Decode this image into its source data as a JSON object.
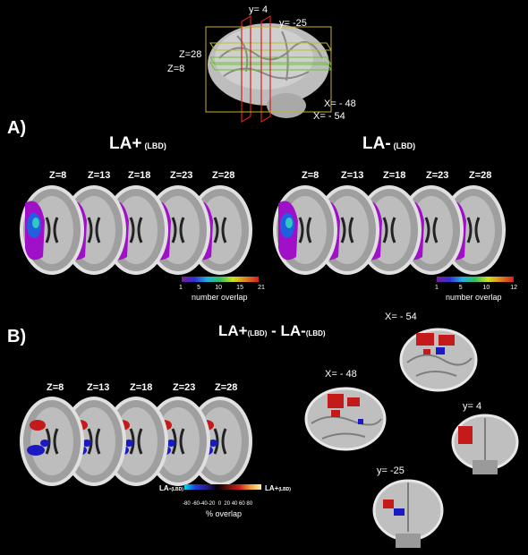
{
  "top": {
    "y4": "y= 4",
    "y_25": "y= -25",
    "z28": "Z=28",
    "z8": "Z=8",
    "x_48": "X= - 48",
    "x_54": "X= - 54"
  },
  "sectionA": {
    "label": "A)",
    "left_title": "LA+",
    "left_sub": "(LBD)",
    "right_title": "LA-",
    "right_sub": "(LBD)",
    "slices": [
      "Z=8",
      "Z=13",
      "Z=18",
      "Z=23",
      "Z=28"
    ],
    "left_bar": {
      "ticks": [
        "1",
        "5",
        "10",
        "15",
        "21"
      ],
      "label": "number overlap"
    },
    "right_bar": {
      "ticks": [
        "1",
        "5",
        "10",
        "12"
      ],
      "label": "number overlap"
    }
  },
  "sectionB": {
    "label": "B)",
    "title_a": "LA+",
    "sub_a": "(LBD)",
    "dash": " - LA-",
    "sub_b": "(LBD)",
    "slices": [
      "Z=8",
      "Z=13",
      "Z=18",
      "Z=23",
      "Z=28"
    ],
    "bar_left": "LA-",
    "bar_left_sub": "(LBD)",
    "bar_right": "LA+",
    "bar_right_sub": "(LBD)",
    "bar_ticks": "-80 -60-40-20  0  20 40 60 80",
    "bar_label": "% overlap",
    "x_54": "X= - 54",
    "x_48": "X= - 48",
    "y4": "y= 4",
    "y_25": "y= -25"
  }
}
